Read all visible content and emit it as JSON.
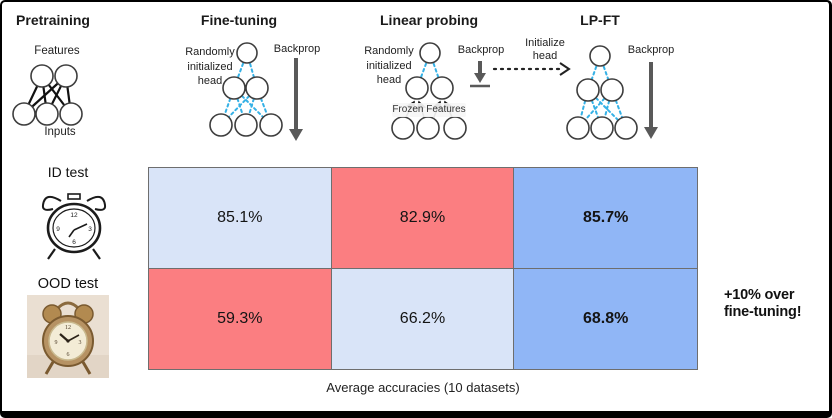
{
  "slide": {
    "headers": {
      "pretraining": "Pretraining",
      "fine_tuning": "Fine-tuning",
      "linear_probing": "Linear probing",
      "lp_ft": "LP-FT"
    },
    "pretraining": {
      "features": "Features",
      "inputs": "Inputs"
    },
    "fine_tuning": {
      "head_lines": [
        "Randomly",
        "initialized",
        "head"
      ],
      "backprop": "Backprop"
    },
    "linear_probing": {
      "head_lines": [
        "Randomly",
        "initialized",
        "head"
      ],
      "backprop": "Backprop",
      "frozen": "Frozen Features"
    },
    "lp_ft": {
      "init_lines": [
        "Initialize",
        "head"
      ],
      "backprop": "Backprop"
    },
    "row_labels": {
      "id_test": "ID test",
      "ood_test": "OOD test"
    },
    "table": {
      "rows": [
        {
          "name": "id_test",
          "cells": [
            {
              "value": "85.1%",
              "bg": "#d9e4f8",
              "weight": "normal"
            },
            {
              "value": "82.9%",
              "bg": "#fb7e81",
              "weight": "normal"
            },
            {
              "value": "85.7%",
              "bg": "#90b6f6",
              "weight": "bold"
            }
          ]
        },
        {
          "name": "ood_test",
          "cells": [
            {
              "value": "59.3%",
              "bg": "#fb7e81",
              "weight": "normal"
            },
            {
              "value": "66.2%",
              "bg": "#d9e4f8",
              "weight": "normal"
            },
            {
              "value": "68.8%",
              "bg": "#90b6f6",
              "weight": "bold"
            }
          ]
        }
      ],
      "caption": "Average accuracies (10 datasets)"
    },
    "annotation": {
      "line1": "+10% over",
      "line2": "fine-tuning!"
    },
    "colors": {
      "cell_light_blue": "#d9e4f8",
      "cell_red": "#fb7e81",
      "cell_blue": "#90b6f6",
      "dotted_blue": "#35b1e6",
      "arrow_gray": "#595959"
    }
  }
}
